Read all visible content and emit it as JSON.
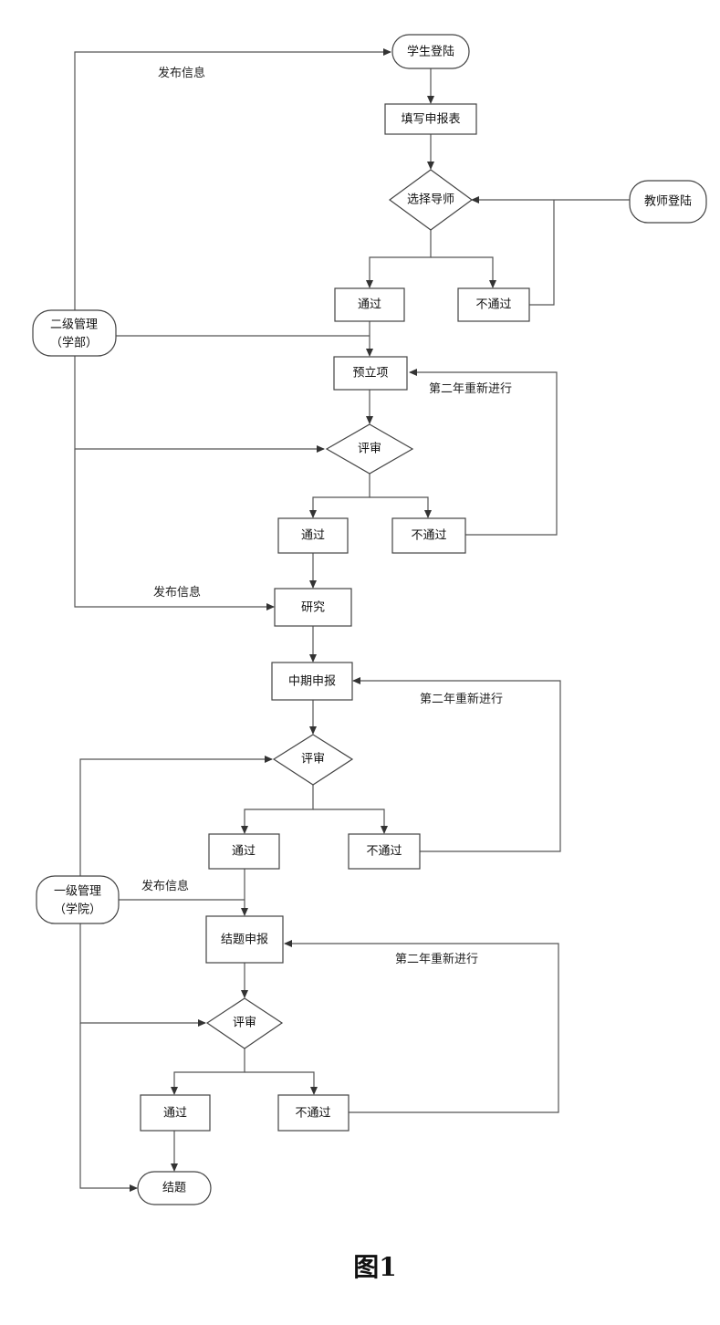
{
  "nodes": {
    "student_login": "学生登陆",
    "fill_form": "填写申报表",
    "choose_advisor": "选择导师",
    "teacher_login": "教师登陆",
    "pass_1": "通过",
    "fail_1": "不通过",
    "admin_2": [
      "二级管理",
      "（学部）"
    ],
    "pre_project": "预立项",
    "review_1": "评审",
    "pass_2": "通过",
    "fail_2": "不通过",
    "research": "研究",
    "midterm": "中期申报",
    "review_2": "评审",
    "pass_3": "通过",
    "fail_3": "不通过",
    "admin_1": [
      "一级管理",
      "（学院）"
    ],
    "final_apply": "结题申报",
    "review_3": "评审",
    "pass_4": "通过",
    "fail_4": "不通过",
    "conclusion": "结题"
  },
  "edge_labels": {
    "publish_1": "发布信息",
    "publish_2": "发布信息",
    "publish_3": "发布信息",
    "retry_1": "第二年重新进行",
    "retry_2": "第二年重新进行",
    "retry_3": "第二年重新进行"
  },
  "caption": "图1"
}
